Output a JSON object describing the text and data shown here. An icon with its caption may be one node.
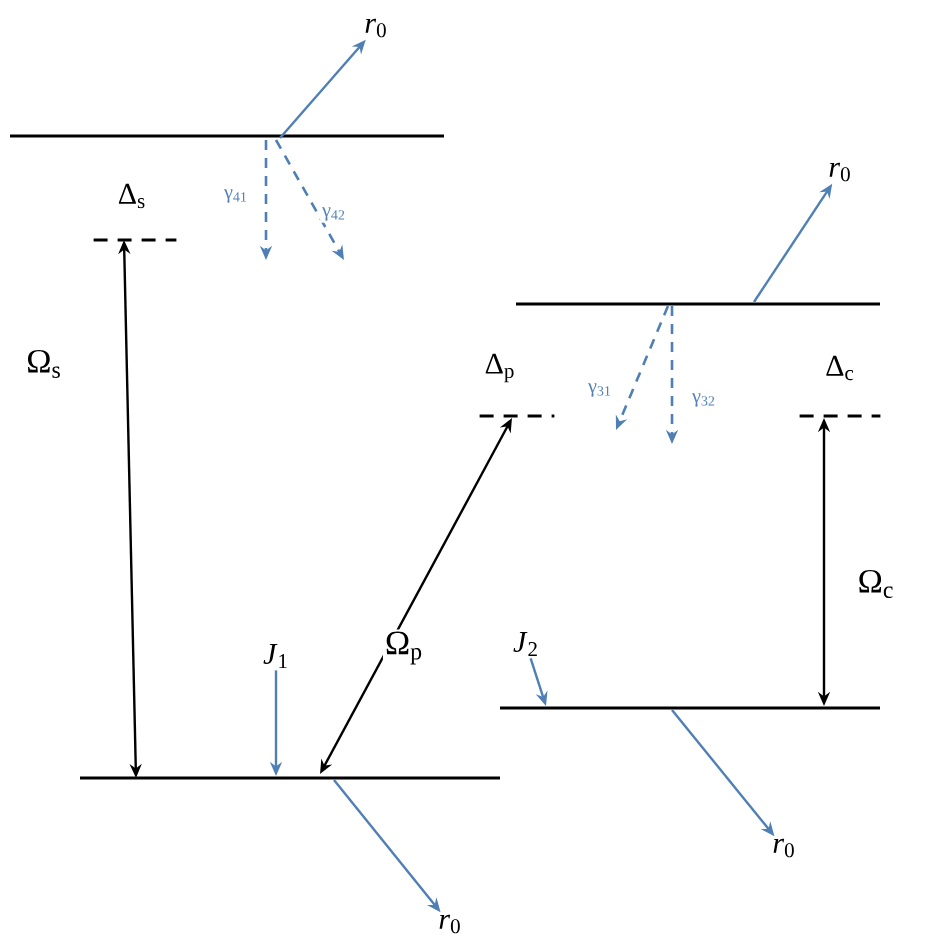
{
  "diagram": {
    "nodes": [
      {
        "text": [],
        "shape": "bar"
      },
      {
        "text": [],
        "shape": "bar",
        "beside": [
          "Δ$_{s}$"
        ]
      },
      {
        "text": [],
        "shape": "bar"
      },
      {
        "text": [],
        "shape": "bar",
        "beside": [
          "Δ$_{p}$"
        ]
      },
      {
        "text": [],
        "shape": "bar",
        "beside": [
          "Δ$_{c}$"
        ]
      },
      {
        "text": [],
        "shape": "bar"
      },
      {
        "text": [],
        "shape": "bar"
      },
      {
        "text": [
          "*r*$_{0}$"
        ]
      },
      {
        "text": [
          "*r*$_{0}$"
        ]
      },
      {
        "text": [
          "*r*$_{0}$"
        ]
      },
      {
        "text": [
          "*r*$_{0}$"
        ]
      },
      {
        "text": [
          "*J*$_{1}$"
        ]
      },
      {
        "text": [
          "*J*$_{2}$"
        ]
      }
    ],
    "edges": [
      {
        "from": 1,
        "to": 6,
        "arrow": "both",
        "label": "Ω$_{s}$",
        "color": "#000000"
      },
      {
        "from": 3,
        "to": 6,
        "arrow": "both",
        "label": "Ω$_{p}$",
        "color": "#000000"
      },
      {
        "from": 4,
        "to": 5,
        "arrow": "both",
        "label": "Ω$_{c}$",
        "color": "#000000"
      },
      {
        "from": 0,
        "to": 7,
        "arrow": "to",
        "color": "#4f7fb5"
      },
      {
        "from": 2,
        "to": 8,
        "arrow": "to",
        "color": "#4f7fb5"
      },
      {
        "from": 6,
        "to": 10,
        "arrow": "to",
        "color": "#4f7fb5"
      },
      {
        "from": 5,
        "to": 9,
        "arrow": "to",
        "color": "#4f7fb5"
      },
      {
        "from": 11,
        "to": 6,
        "arrow": "to",
        "color": "#4f7fb5"
      },
      {
        "from": 12,
        "to": 5,
        "arrow": "to",
        "color": "#4f7fb5"
      },
      {
        "from": 0,
        "to": null,
        "arrow": "to",
        "style": "dashed",
        "label": "γ$_{41}$",
        "color": "#4f7fb5"
      },
      {
        "from": 0,
        "to": null,
        "arrow": "to",
        "style": "dashed",
        "label": "γ$_{42}$",
        "color": "#4f7fb5"
      },
      {
        "from": 2,
        "to": null,
        "arrow": "to",
        "style": "dashed",
        "label": "γ$_{31}$",
        "color": "#4f7fb5"
      },
      {
        "from": 2,
        "to": null,
        "arrow": "to",
        "style": "dashed",
        "label": "γ$_{32}$",
        "color": "#4f7fb5"
      }
    ]
  }
}
